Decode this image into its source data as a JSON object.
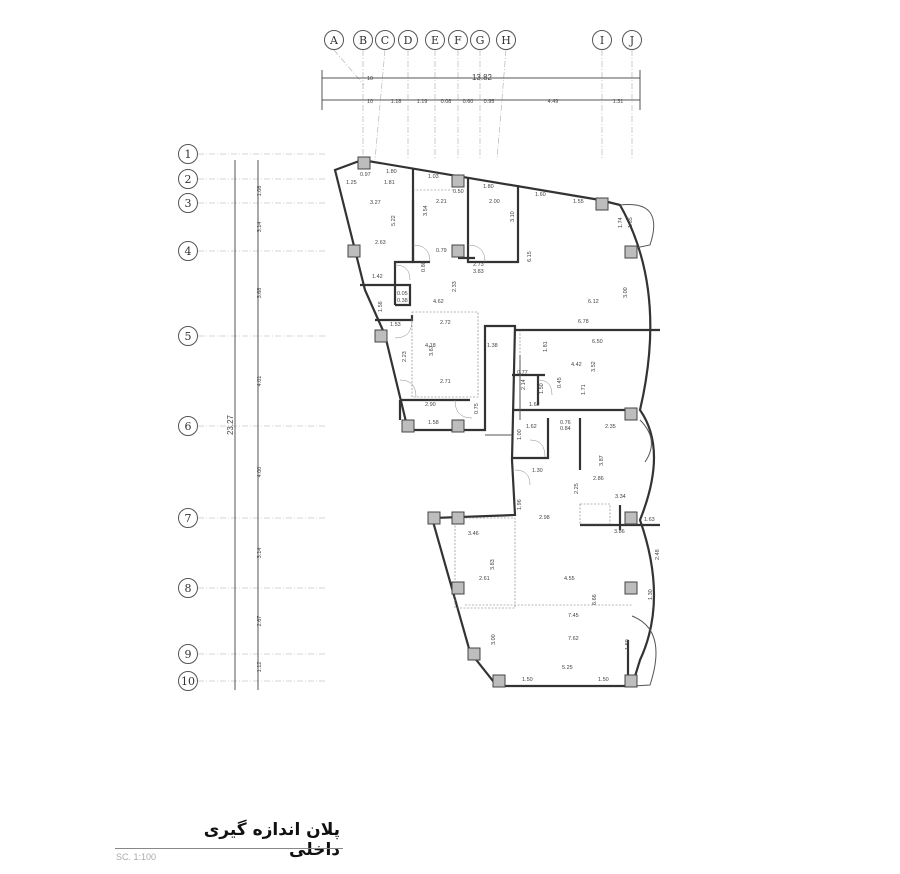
{
  "drawing": {
    "title": "پلان اندازه گیری داخلی",
    "scale": "SC. 1:100"
  },
  "grid": {
    "columns": [
      "A",
      "B",
      "C",
      "D",
      "E",
      "F",
      "G",
      "H",
      "I",
      "J"
    ],
    "rows": [
      "1",
      "2",
      "3",
      "4",
      "5",
      "6",
      "7",
      "8",
      "9",
      "10"
    ]
  },
  "dimensions": {
    "top_overall": "13.82",
    "top_row1": [
      "10",
      "13.82"
    ],
    "top_row2": [
      "10",
      "1.18",
      "1.19",
      "0.08",
      "0.60",
      "0.95",
      "4.49",
      "1.31"
    ],
    "left_overall": "23.27",
    "left_chain": [
      "1.08",
      "3.14",
      "3.68",
      "4.01",
      "4.00",
      "3.14",
      "2.67",
      "1.12"
    ]
  },
  "room_labels": [
    "1.25",
    "0.97",
    "1.80",
    "1.03",
    "1.81",
    "0.50",
    "1.80",
    "1.60",
    "1.55",
    "3.27",
    "2.21",
    "2.00",
    "1.74",
    "1.65",
    "5.22",
    "3.54",
    "3.10",
    "2.63",
    "0.79",
    "0.80",
    "2.73",
    "3.83",
    "6.15",
    "3.00",
    "1.42",
    "0.05",
    "0.38",
    "2.33",
    "4.62",
    "6.12",
    "1.56",
    "1.53",
    "2.72",
    "6.78",
    "6.50",
    "2.23",
    "4.18",
    "3.67",
    "1.38",
    "1.81",
    "4.42",
    "3.52",
    "2.71",
    "0.77",
    "2.14",
    "1.50",
    "1.62",
    "0.45",
    "1.71",
    "2.90",
    "1.58",
    "0.75",
    "1.00",
    "1.62",
    "0.76",
    "0.84",
    "2.35",
    "1.30",
    "3.87",
    "2.86",
    "2.25",
    "3.34",
    "1.96",
    "2.98",
    "1.63",
    "3.86",
    "3.46",
    "3.83",
    "2.61",
    "4.55",
    "2.48",
    "6.66",
    "7.45",
    "1.30",
    "3.00",
    "7.62",
    "1.50",
    "5.25",
    "1.50",
    "1.50"
  ]
}
